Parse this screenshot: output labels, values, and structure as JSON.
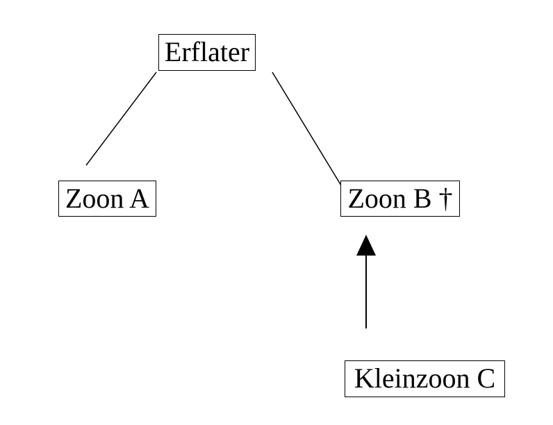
{
  "diagram": {
    "nodes": {
      "root": "Erflater",
      "son_a": "Zoon A",
      "son_b": "Zoon B †",
      "grandson_c": "Kleinzoon C"
    },
    "relations": [
      {
        "from": "Erflater",
        "to": "Zoon A",
        "style": "line"
      },
      {
        "from": "Erflater",
        "to": "Zoon B †",
        "style": "line"
      },
      {
        "from": "Kleinzoon C",
        "to": "Zoon B †",
        "style": "arrow"
      }
    ],
    "colors": {
      "stroke": "#000000",
      "text": "#000000",
      "background": "#ffffff"
    }
  }
}
